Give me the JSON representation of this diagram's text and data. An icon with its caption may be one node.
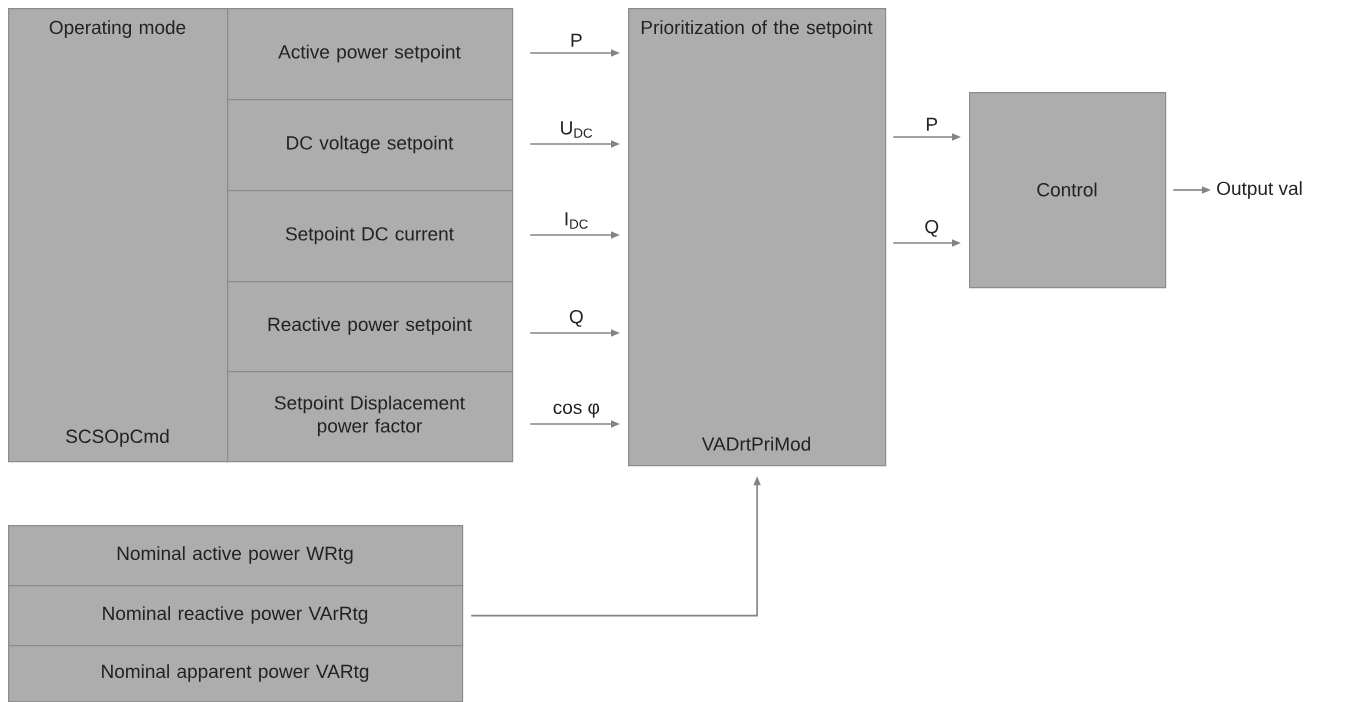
{
  "diagram": {
    "nodes": [
      {
        "text": [
          "Operating mode",
          "SCSOpCmd"
        ]
      },
      {
        "text": [
          "Active power setpoint"
        ]
      },
      {
        "text": [
          "DC voltage setpoint"
        ]
      },
      {
        "text": [
          "Setpoint DC current"
        ]
      },
      {
        "text": [
          "Reactive power setpoint"
        ]
      },
      {
        "text": [
          "Setpoint Displacement power factor"
        ]
      },
      {
        "text": [
          "Prioritization of the setpoint",
          "VADrtPriMod"
        ]
      },
      {
        "text": [
          "Control"
        ]
      },
      {
        "text": [
          "Output val"
        ]
      },
      {
        "text": [
          "Nominal active power WRtg"
        ]
      },
      {
        "text": [
          "Nominal reactive power VArRtg"
        ]
      },
      {
        "text": [
          "Nominal apparent power VARtg"
        ]
      }
    ],
    "edges": [
      {
        "from": 1,
        "to": 6,
        "arrow": "to",
        "label": "P"
      },
      {
        "from": 2,
        "to": 6,
        "arrow": "to",
        "label": "U$_{DC}$"
      },
      {
        "from": 3,
        "to": 6,
        "arrow": "to",
        "label": "I$_{DC}$"
      },
      {
        "from": 4,
        "to": 6,
        "arrow": "to",
        "label": "Q"
      },
      {
        "from": 5,
        "to": 6,
        "arrow": "to",
        "label": "cos φ"
      },
      {
        "from": 6,
        "to": 7,
        "arrow": "to",
        "label": "P"
      },
      {
        "from": 6,
        "to": 7,
        "arrow": "to",
        "label": "Q"
      },
      {
        "from": 7,
        "to": 8,
        "arrow": "to"
      },
      {
        "from": 10,
        "to": 6,
        "arrow": "to"
      }
    ]
  }
}
